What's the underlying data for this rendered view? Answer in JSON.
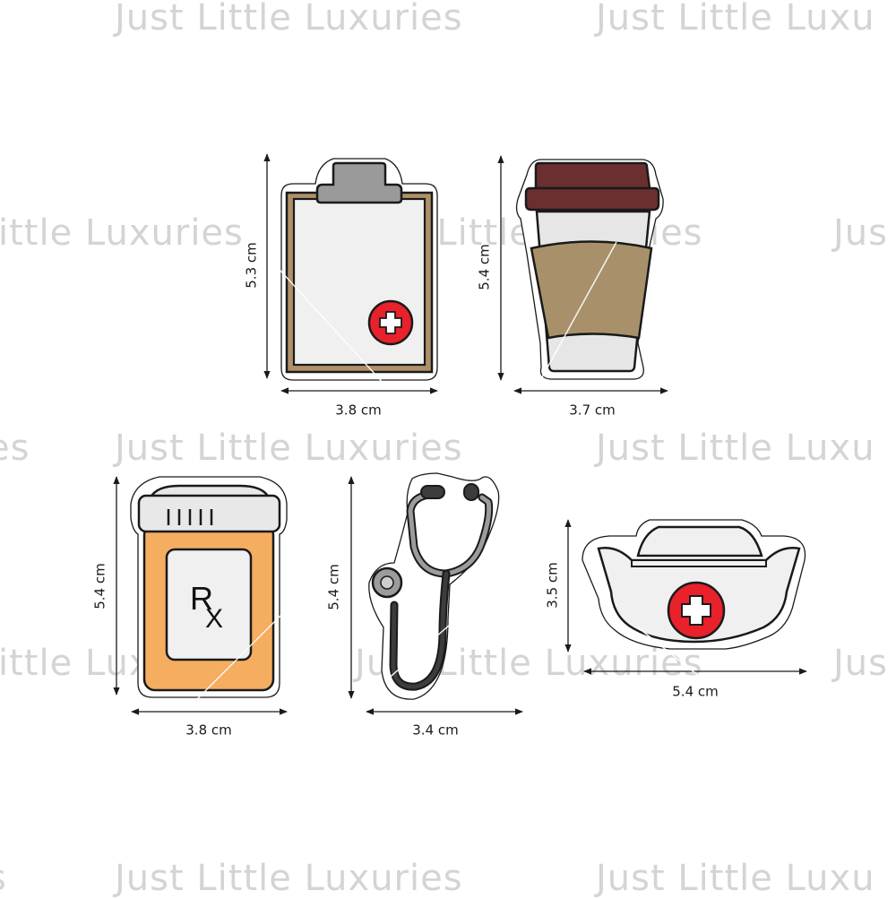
{
  "watermark": {
    "text": "Just Little Luxuries",
    "fragments": [
      "Just Little Luxuries",
      "ittle Luxuries",
      "Jus",
      "es",
      "Just Little Luxu",
      "s"
    ]
  },
  "colors": {
    "outline": "#1a1a1a",
    "clipboard_board": "#b09068",
    "clipboard_paper": "#f0f0f0",
    "clip_gray": "#9a9a9a",
    "medical_red": "#e8212b",
    "cup_lid": "#6b2f2f",
    "cup_sleeve": "#a8916a",
    "cup_body": "#e6e6e6",
    "pill_bottle": "#f5ad5f",
    "pill_cap": "#e8e8e8",
    "stethoscope_dark": "#3c3c3c",
    "stethoscope_gray": "#9c9c9c",
    "watermark": "#d4d4d4"
  },
  "stickers": [
    {
      "id": "clipboard",
      "icon": "clipboard-icon",
      "height_label": "5.3 cm",
      "width_label": "3.8 cm"
    },
    {
      "id": "coffee-cup",
      "icon": "coffee-cup-icon",
      "height_label": "5.4 cm",
      "width_label": "3.7 cm"
    },
    {
      "id": "pill-bottle",
      "icon": "pill-bottle-icon",
      "height_label": "5.4 cm",
      "width_label": "3.8 cm",
      "rx_text": "R",
      "rx_sub": "X"
    },
    {
      "id": "stethoscope",
      "icon": "stethoscope-icon",
      "height_label": "5.4 cm",
      "width_label": "3.4 cm"
    },
    {
      "id": "nurse-cap",
      "icon": "nurse-cap-icon",
      "height_label": "3.5 cm",
      "width_label": "5.4 cm"
    }
  ]
}
